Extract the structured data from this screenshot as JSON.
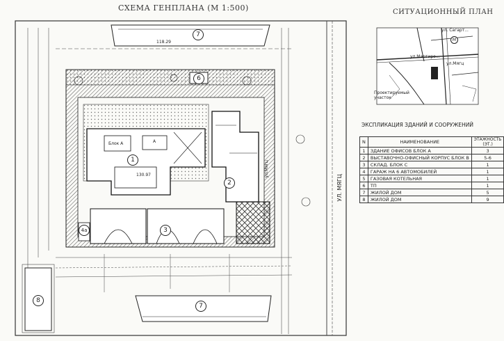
{
  "plan": {
    "title": "СХЕМА ГЕНПЛАНА (М 1:500)",
    "street_label": "УЛ. МЯГЦ",
    "inner_street_label": "ул.Мягц",
    "building_labels": {
      "b1": "1",
      "b2": "2",
      "b3": "3",
      "b4": "4а",
      "b6": "6",
      "b7_top": "7",
      "b7_bottom": "7",
      "b8": "8"
    },
    "small_labels": {
      "block_a": "Блок А",
      "a": "А",
      "elev_main": "130.97",
      "top_dim": "118.29"
    }
  },
  "situation": {
    "title": "СИТУАЦИОННЫЙ ПЛАН",
    "street_top": "ул. Сагарт...",
    "street_mid": "ул.Мартиро...",
    "street_right": "ул.Мягц",
    "site_label": "Проектируемый участок",
    "marker": "М"
  },
  "explication": {
    "title": "ЭКСПЛИКАЦИЯ ЗДАНИЙ И СООРУЖЕНИЙ",
    "headers": {
      "num": "N",
      "name": "НАИМЕНОВАНИЕ",
      "floors": "ЭТАЖНОСТЬ (ЭТ.)"
    },
    "rows": [
      {
        "num": "1",
        "name": "ЗДАНИЕ ОФИСОВ  БЛОК А",
        "floors": "3"
      },
      {
        "num": "2",
        "name": "ВЫСТАВОЧНО-ОФИСНЫЙ КОРПУС  БЛОК В",
        "floors": "5-6"
      },
      {
        "num": "3",
        "name": "СКЛАД. БЛОК С",
        "floors": "1"
      },
      {
        "num": "4",
        "name": "ГАРАЖ НА 6 АВТОМОБИЛЕЙ",
        "floors": "1"
      },
      {
        "num": "5",
        "name": "ГАЗОВАЯ КОТЕЛЬНАЯ",
        "floors": "1"
      },
      {
        "num": "6",
        "name": "ТП",
        "floors": "1"
      },
      {
        "num": "7",
        "name": "ЖИЛОЙ  ДОМ",
        "floors": "5"
      },
      {
        "num": "8",
        "name": "ЖИЛОЙ  ДОМ",
        "floors": "9"
      }
    ]
  }
}
